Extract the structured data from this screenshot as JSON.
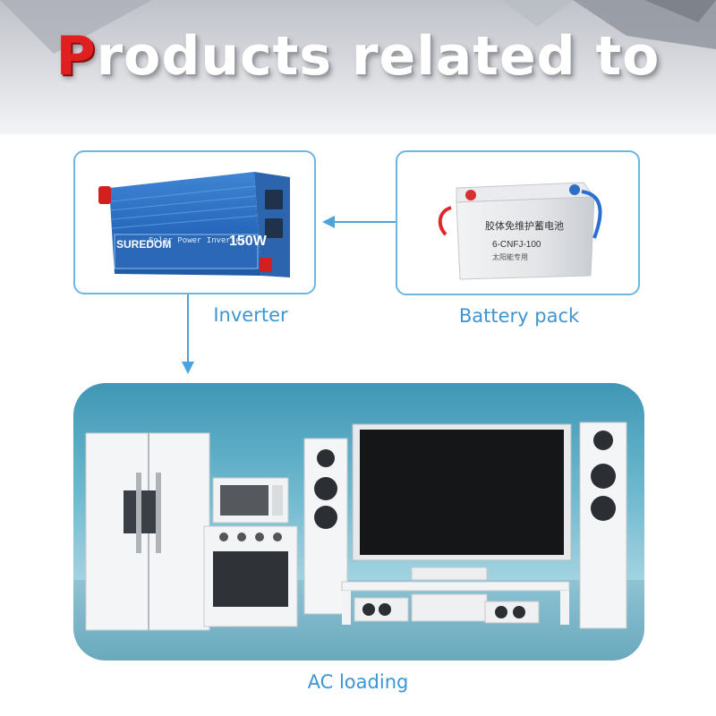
{
  "header": {
    "title_first": "P",
    "title_rest": "roducts related to"
  },
  "inverter": {
    "label": "Inverter",
    "brand": "SUREDOM",
    "name": "Solar Power Inverter",
    "power": "150W"
  },
  "battery": {
    "label": "Battery pack",
    "text_cn": "胶体免维护蓄电池",
    "model": "6-CNFJ-100",
    "note": "太阳能专用"
  },
  "ac": {
    "label": "AC loading"
  },
  "colors": {
    "accent": "#3b96d1",
    "box_border": "#6cb6e0",
    "title_red": "#e02020"
  }
}
